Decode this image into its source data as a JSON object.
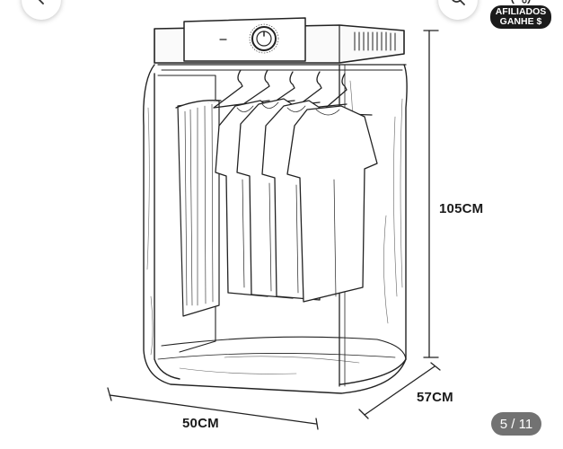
{
  "toolbar": {
    "back_icon": "chevron-left-icon",
    "search_icon": "search-icon"
  },
  "affiliate_badge": {
    "line1": "AFILIADOS",
    "line2": "GANHE $",
    "icon": "share-icon"
  },
  "product_image": {
    "dimensions": {
      "height": "105CM",
      "depth": "57CM",
      "width": "50CM"
    }
  },
  "gallery": {
    "page_counter": "5 / 11"
  },
  "colors": {
    "line": "#222222",
    "badge_bg": "#1b1b1b",
    "counter_bg": "#3c3c3c"
  }
}
